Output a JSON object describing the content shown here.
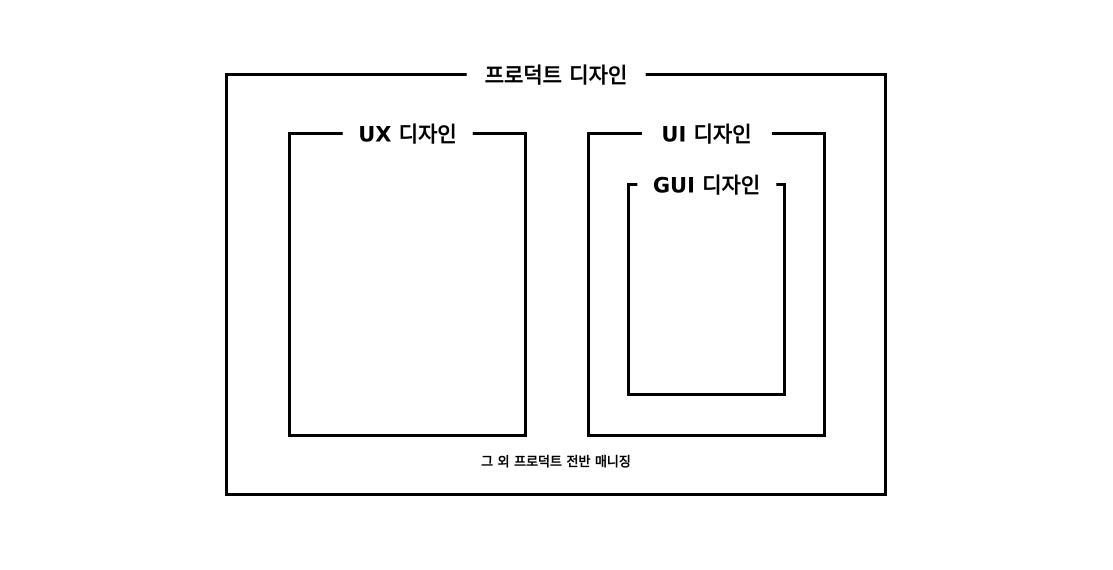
{
  "diagram": {
    "product_design": {
      "label": "프로덕트 디자인"
    },
    "ux_design": {
      "label": "UX 디자인"
    },
    "ui_design": {
      "label": "UI 디자인"
    },
    "gui_design": {
      "label": "GUI 디자인"
    },
    "caption": "그 외 프로덕트 전반 매니징"
  },
  "colors": {
    "line": "#000000",
    "background": "#ffffff"
  }
}
